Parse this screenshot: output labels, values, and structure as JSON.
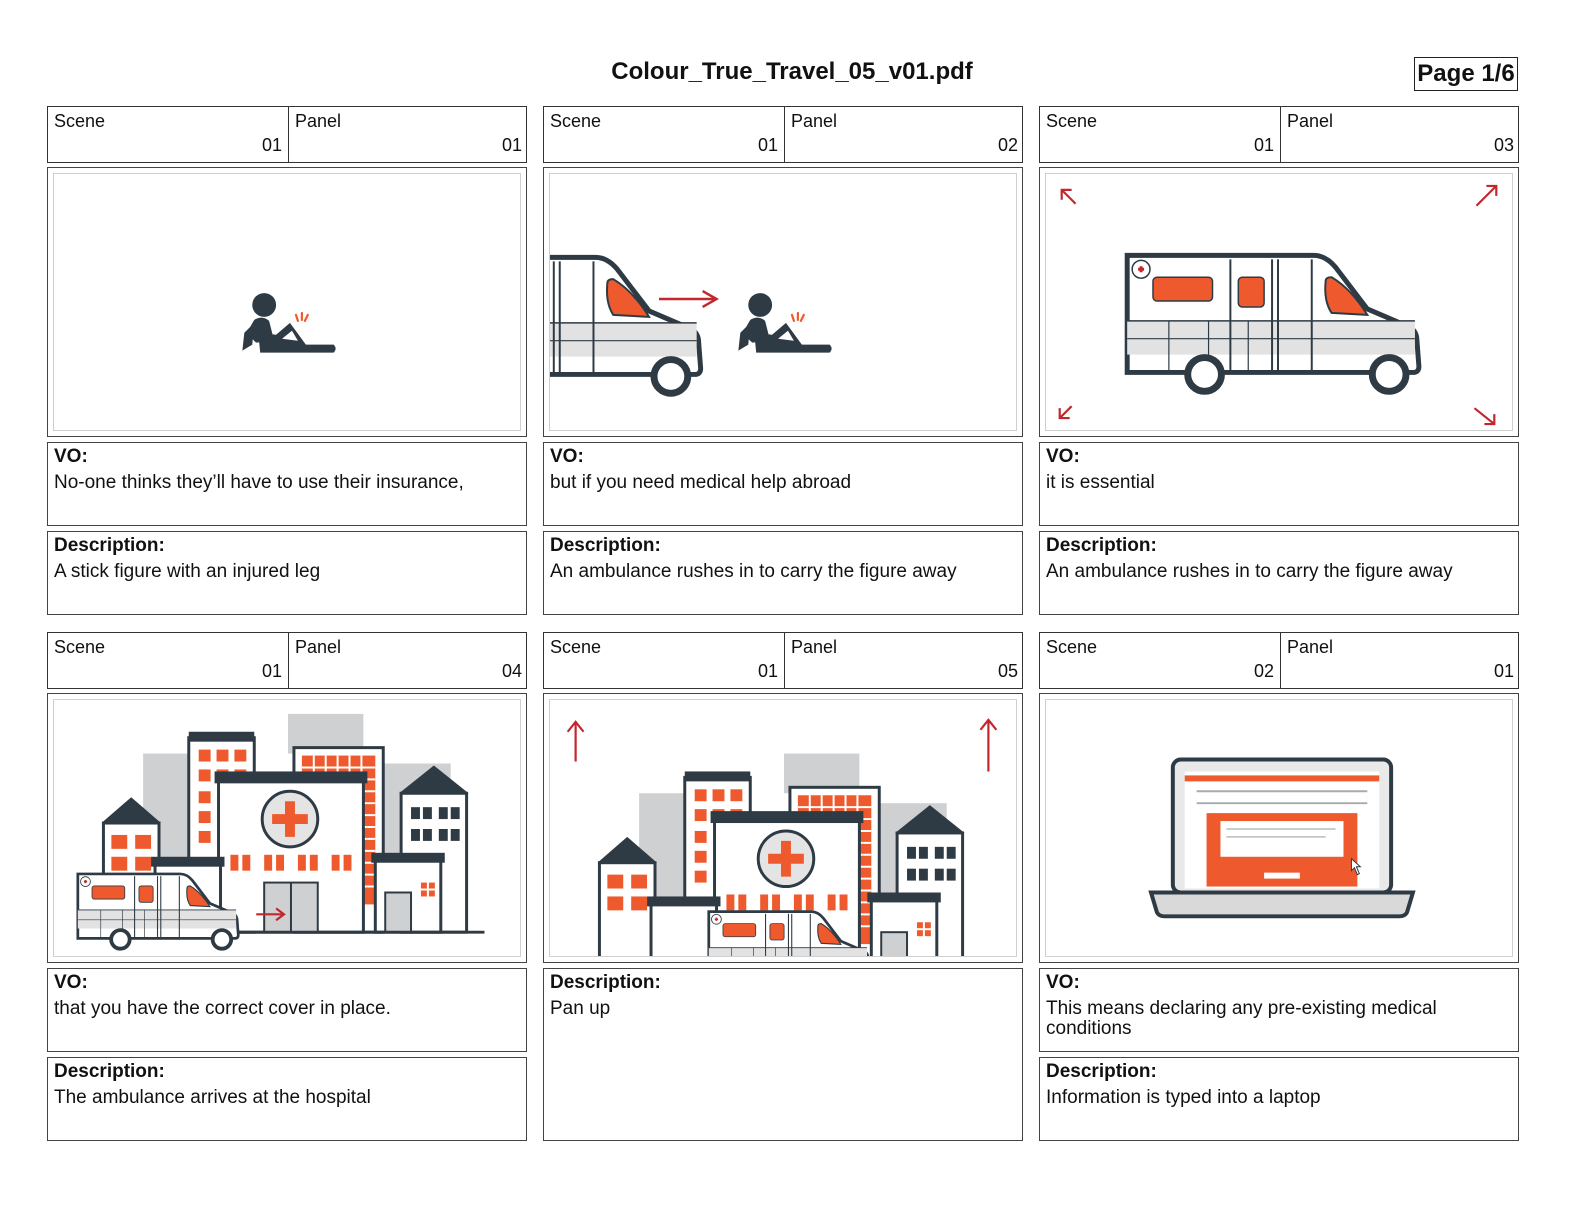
{
  "document": {
    "title": "Colour_True_Travel_05_v01.pdf",
    "page": "Page 1/6"
  },
  "labels": {
    "scene": "Scene",
    "panel": "Panel",
    "vo": "VO:",
    "description": "Description:"
  },
  "colors": {
    "accent": "#ee5a2d",
    "dark": "#2e3a44",
    "arrow": "#c1272d",
    "grey": "#cccdce"
  },
  "panels": [
    {
      "scene": "01",
      "panel": "01",
      "illustration": "injured-stick-figure",
      "vo": "No-one thinks they’ll have to use their insurance,",
      "description": "A stick figure with an injured leg"
    },
    {
      "scene": "01",
      "panel": "02",
      "illustration": "ambulance-approaching-figure",
      "vo": "but if you need medical help abroad",
      "description": "An ambulance rushes in to carry the figure away"
    },
    {
      "scene": "01",
      "panel": "03",
      "illustration": "ambulance-zoom-out",
      "vo": "it is essential",
      "description": "An ambulance rushes in to carry the figure away"
    },
    {
      "scene": "01",
      "panel": "04",
      "illustration": "hospital-city-ambulance",
      "vo": "that you have the correct cover in place.",
      "description": "The ambulance arrives at the hospital"
    },
    {
      "scene": "01",
      "panel": "05",
      "illustration": "hospital-pan-up",
      "description": "Pan up"
    },
    {
      "scene": "02",
      "panel": "01",
      "illustration": "laptop-form",
      "vo": "This means declaring any pre-existing medical conditions",
      "description": "Information is typed into a laptop"
    }
  ]
}
